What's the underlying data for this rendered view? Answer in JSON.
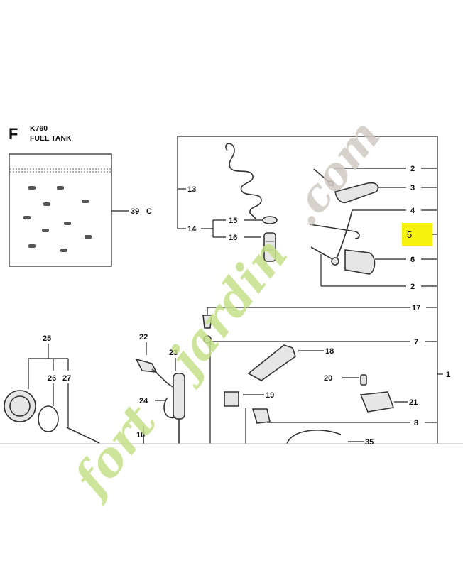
{
  "header": {
    "section_letter": "F",
    "model": "K760",
    "title": "FUEL TANK"
  },
  "kit_label": {
    "number": "39",
    "suffix": "C"
  },
  "callouts": {
    "n2a": "2",
    "n3": "3",
    "n4": "4",
    "n5": "5",
    "n6": "6",
    "n2b": "2",
    "n7": "7",
    "n8": "8",
    "n1": "1",
    "n17": "17",
    "n18": "18",
    "n19": "19",
    "n20": "20",
    "n21": "21",
    "n35": "35",
    "n13": "13",
    "n14": "14",
    "n15": "15",
    "n16": "16",
    "n22": "22",
    "n23": "23",
    "n24": "24",
    "n10": "10",
    "n25": "25",
    "n26": "26",
    "n27": "27"
  },
  "watermark": {
    "part1": "fort",
    "part2": "jardin",
    "part3": ".com",
    "color_green": "#c5e08a",
    "color_orange": "#f6b36b",
    "color_grey": "#cfcac2"
  },
  "colors": {
    "highlight": "#f7f20d"
  }
}
